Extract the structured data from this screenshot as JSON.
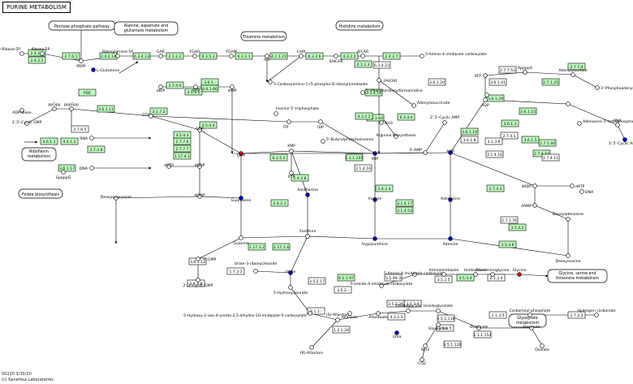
{
  "title": "PURINE METABOLISM",
  "footer": [
    "00230 3/30/20",
    "(c) Kanehisa Laboratories"
  ],
  "colors": {
    "enzyme_fill": "#bfffbf",
    "blank_fill": "#ffffff",
    "line": "#000000",
    "dot_red": "#e00000",
    "dot_blue": "#0000c0"
  },
  "pathways": [
    {
      "id": "ppp",
      "text": [
        "Pentose phosphate pathway"
      ]
    },
    {
      "id": "ala",
      "text": [
        "Alanine, aspartate and",
        "glutamate metabolism"
      ]
    },
    {
      "id": "thi",
      "text": [
        "Thiamine metabolism"
      ]
    },
    {
      "id": "his",
      "text": [
        "Histidine metabolism"
      ]
    },
    {
      "id": "ribo",
      "text": [
        "Riboflavin",
        "metabolism"
      ]
    },
    {
      "id": "fol",
      "text": [
        "Folate biosynthesis"
      ]
    },
    {
      "id": "gly",
      "text": [
        "Glycine, serine and",
        "threonine metabolism"
      ]
    },
    {
      "id": "gox",
      "text": [
        "Glyoxylate",
        "metabolism"
      ]
    }
  ],
  "compounds": [
    {
      "id": "c1",
      "label": "D-Ribose-5P"
    },
    {
      "id": "c2",
      "label": "Ribose-5P"
    },
    {
      "id": "c3",
      "label": "PRPP"
    },
    {
      "id": "c4",
      "label": "ADPribose"
    },
    {
      "id": "c5",
      "label": "L-Glutamine"
    },
    {
      "id": "c6",
      "label": "Ribosylamine-5P"
    },
    {
      "id": "c7",
      "label": "GAR"
    },
    {
      "id": "c8",
      "label": "FGAR"
    },
    {
      "id": "c9",
      "label": "FGAM"
    },
    {
      "id": "c10",
      "label": "AIR"
    },
    {
      "id": "c11",
      "label": "CAIR"
    },
    {
      "id": "c12",
      "label": "SAICAR"
    },
    {
      "id": "c13",
      "label": "AICAR"
    },
    {
      "id": "c14",
      "label": "FAICAR"
    },
    {
      "id": "c15",
      "label": "5-Amino-4-imidazole carboxylate"
    },
    {
      "id": "c16",
      "label": "5-Carboxyamino-1-(5-phospho-D-ribosyl)imidazole"
    },
    {
      "id": "c17",
      "label": "dIDP"
    },
    {
      "id": "c18",
      "label": "dITP"
    },
    {
      "id": "c19",
      "label": "dIMP"
    },
    {
      "id": "c20",
      "label": "ITP"
    },
    {
      "id": "c21",
      "label": "IDP"
    },
    {
      "id": "c22",
      "label": "Inosine 5'-triphosphate"
    },
    {
      "id": "c23",
      "label": "5'-Phosphoribosylformamidine"
    },
    {
      "id": "c24",
      "label": "ppGpp"
    },
    {
      "id": "c25",
      "label": "pppGpp"
    },
    {
      "id": "c26",
      "label": "3',5'-Cyclic GMP"
    },
    {
      "id": "c27",
      "label": "GTP"
    },
    {
      "id": "c28",
      "label": "GDP"
    },
    {
      "id": "c29",
      "label": "GMP"
    },
    {
      "id": "c30",
      "label": "RNA"
    },
    {
      "id": "c31",
      "label": "dGTP"
    },
    {
      "id": "c32",
      "label": "dGDP"
    },
    {
      "id": "c33",
      "label": "dGMP"
    },
    {
      "id": "c34",
      "label": "DNA"
    },
    {
      "id": "c35",
      "label": "GppppG"
    },
    {
      "id": "c36",
      "label": "Deoxyguanosine"
    },
    {
      "id": "c37",
      "label": "Guanosine"
    },
    {
      "id": "c38",
      "label": "Guanine"
    },
    {
      "id": "c39",
      "label": "XMP"
    },
    {
      "id": "c40",
      "label": "XTP"
    },
    {
      "id": "c41",
      "label": "Xanthosine"
    },
    {
      "id": "c42",
      "label": "Xanthine"
    },
    {
      "id": "c43",
      "label": "IMP"
    },
    {
      "id": "c44",
      "label": "Inosine"
    },
    {
      "id": "c45",
      "label": "Hypoxanthine"
    },
    {
      "id": "c46",
      "label": "Arginine biosynthesis"
    },
    {
      "id": "c47",
      "label": "Adenylosuccinate"
    },
    {
      "id": "c48",
      "label": "AMP"
    },
    {
      "id": "c49",
      "label": "Adenosine"
    },
    {
      "id": "c50",
      "label": "Adenine"
    },
    {
      "id": "c51",
      "label": "ADP"
    },
    {
      "id": "c52",
      "label": "ATP"
    },
    {
      "id": "c53",
      "label": "3'-AMP"
    },
    {
      "id": "c54",
      "label": "2',3'-Cyclic AMP"
    },
    {
      "id": "c55",
      "label": "dADP"
    },
    {
      "id": "c56",
      "label": "dATP"
    },
    {
      "id": "c57",
      "label": "dAMP"
    },
    {
      "id": "c58",
      "label": "Deoxyadenosine"
    },
    {
      "id": "c59",
      "label": "Deoxyinosine"
    },
    {
      "id": "c60",
      "label": "3',5'-Cyclic AMP"
    },
    {
      "id": "c61",
      "label": "Adenosine 5'-tetraphosphate"
    },
    {
      "id": "c62",
      "label": "AppppA"
    },
    {
      "id": "c63",
      "label": "Adenylylsulfate"
    },
    {
      "id": "c64",
      "label": "3'-Phosphoadenylyl-sulfate"
    },
    {
      "id": "c65",
      "label": "Urate"
    },
    {
      "id": "c66",
      "label": "5-Hydroxyisourate"
    },
    {
      "id": "c67",
      "label": "Urate-3-ribonucleoside"
    },
    {
      "id": "c68",
      "label": "Allantoin"
    },
    {
      "id": "c69",
      "label": "Allantoate"
    },
    {
      "id": "c70",
      "label": "Urea"
    },
    {
      "id": "c71",
      "label": "Glyoxylate"
    },
    {
      "id": "c72",
      "label": "Glycine"
    },
    {
      "id": "c73",
      "label": "Oxalate"
    },
    {
      "id": "c74",
      "label": "Oxamate"
    },
    {
      "id": "c75",
      "label": "CO2"
    },
    {
      "id": "c76",
      "label": "NH3"
    },
    {
      "id": "c77",
      "label": "Formiminoglycine"
    },
    {
      "id": "c78",
      "label": "Ureidoglycine"
    },
    {
      "id": "c79",
      "label": "Ureidoglycolate"
    },
    {
      "id": "c80",
      "label": "Oxalurate"
    },
    {
      "id": "c81",
      "label": "Carbamoyl phosphate"
    },
    {
      "id": "c82",
      "label": "Hydrogen carbonate"
    },
    {
      "id": "c83",
      "label": "(S)-Allantoin"
    },
    {
      "id": "c84",
      "label": "(R)-Allantoin"
    },
    {
      "id": "c85",
      "label": "5-Hydroxy-2-oxo-4-ureido-2,5-dihydro-1H-imidazole-5-carboxylate"
    },
    {
      "id": "c86",
      "label": "5-Ureido-4-imidazole carboxylate"
    },
    {
      "id": "c87",
      "label": "5-Amino-4-imidazole carboxylate"
    },
    {
      "id": "c88",
      "label": "Aminoimidazole"
    },
    {
      "id": "c89",
      "label": "Imidazolone"
    },
    {
      "id": "c90",
      "label": "Xanthine"
    },
    {
      "id": "c91",
      "label": "3'-GMP"
    },
    {
      "id": "c92",
      "label": "2',3'-Cyclic GMP"
    },
    {
      "id": "c93",
      "label": "5'-Butyrylphosphoinosine"
    },
    {
      "id": "c94",
      "label": "NH3"
    },
    {
      "id": "c95",
      "label": "ADP"
    },
    {
      "id": "c96",
      "label": "ATP"
    },
    {
      "id": "c97",
      "label": "RNA"
    },
    {
      "id": "c98",
      "label": "DNA"
    },
    {
      "id": "c99",
      "label": "AppppA"
    }
  ],
  "enzymes": [
    {
      "id": "e1",
      "label": "2.4.2.7",
      "green": true
    },
    {
      "id": "e2",
      "label": "2.4.2.2",
      "green": true
    },
    {
      "id": "e3",
      "label": "2.7.6.1",
      "green": true
    },
    {
      "id": "e4",
      "label": "2.4.2.14",
      "green": true
    },
    {
      "id": "e5",
      "label": "6.3.4.13",
      "green": true
    },
    {
      "id": "e6",
      "label": "2.1.2.2",
      "green": true
    },
    {
      "id": "e7",
      "label": "6.3.5.3",
      "green": true
    },
    {
      "id": "e8",
      "label": "6.3.3.1",
      "green": true
    },
    {
      "id": "e9",
      "label": "4.1.1.21",
      "green": true
    },
    {
      "id": "e10",
      "label": "6.3.2.6",
      "green": true
    },
    {
      "id": "e11",
      "label": "4.3.2.2",
      "green": true
    },
    {
      "id": "e12",
      "label": "2.1.2.3",
      "green": true
    },
    {
      "id": "e13",
      "label": "3.5.4.10",
      "green": true
    },
    {
      "id": "e14",
      "label": "2.4.2.7",
      "green": true
    },
    {
      "id": "e15",
      "label": "6.3.4.23",
      "green": false
    },
    {
      "id": "e16",
      "label": "3.6.1.20",
      "green": false
    },
    {
      "id": "e17",
      "label": "2.7.4.6",
      "green": true
    },
    {
      "id": "e18",
      "label": "3.6.1.-",
      "green": true
    },
    {
      "id": "e19",
      "label": "3.6.1.66",
      "green": true
    },
    {
      "id": "e20",
      "label": "3.1.3.5",
      "green": true
    },
    {
      "id": "e21",
      "label": "3.6.1.64",
      "green": true
    },
    {
      "id": "e22",
      "label": "PDE",
      "green": true
    },
    {
      "id": "e23",
      "label": "3.6.1.11",
      "green": true
    },
    {
      "id": "e24",
      "label": "3.1.7.2",
      "green": true
    },
    {
      "id": "e25",
      "label": "2.7.6.5",
      "green": false
    },
    {
      "id": "e26",
      "label": "4.6.1.1",
      "green": true
    },
    {
      "id": "e27",
      "label": "4.6.1.2",
      "green": true
    },
    {
      "id": "e28",
      "label": "3.6.1.17",
      "green": true
    },
    {
      "id": "e29",
      "label": "2.7.7.6",
      "green": true
    },
    {
      "id": "e30",
      "label": "2.7.7.7",
      "green": true
    },
    {
      "id": "e31",
      "label": "1.17.4.1",
      "green": true
    },
    {
      "id": "e32",
      "label": "2.7.4.8",
      "green": true
    },
    {
      "id": "e33",
      "label": "3.5.4.3",
      "green": true
    },
    {
      "id": "e34",
      "label": "3.5.4.4",
      "green": true
    },
    {
      "id": "e35",
      "label": "6.3.5.2",
      "green": true
    },
    {
      "id": "e36",
      "label": "1.1.1.205",
      "green": true
    },
    {
      "id": "e37",
      "label": "2.4.2.8",
      "green": true
    },
    {
      "id": "e38",
      "label": "2.4.2.1",
      "green": true
    },
    {
      "id": "e39",
      "label": "1.17.1.4",
      "green": true
    },
    {
      "id": "e40",
      "label": "1.17.3.2",
      "green": true
    },
    {
      "id": "e41",
      "label": "1.7.3.3",
      "green": false
    },
    {
      "id": "e42",
      "label": "3.5.2.17",
      "green": false
    },
    {
      "id": "e43",
      "label": "4.1.1.97",
      "green": true
    },
    {
      "id": "e44",
      "label": "5.1.99.3",
      "green": false
    },
    {
      "id": "e45",
      "label": "3.5.2.5",
      "green": false
    },
    {
      "id": "e46",
      "label": "3.5.3.4",
      "green": true
    },
    {
      "id": "e47",
      "label": "3.5.3.9",
      "green": false
    },
    {
      "id": "e48",
      "label": "3.5.1.116",
      "green": false
    },
    {
      "id": "e49",
      "label": "4.3.2.3",
      "green": false
    },
    {
      "id": "e50",
      "label": "3.5.1.5",
      "green": false
    },
    {
      "id": "e51",
      "label": "2.1.2.4",
      "green": false
    },
    {
      "id": "e52",
      "label": "3.5.4.6",
      "green": true
    },
    {
      "id": "e53",
      "label": "2.7.1.76",
      "green": false
    },
    {
      "id": "e54",
      "label": "3.5.4.2",
      "green": true
    },
    {
      "id": "e55",
      "label": "2.4.2.4",
      "green": true
    },
    {
      "id": "e56",
      "label": "2.7.4.3",
      "green": true
    },
    {
      "id": "e57",
      "label": "3.1.4.16",
      "green": false
    },
    {
      "id": "e58",
      "label": "2.7.7.53",
      "green": false
    },
    {
      "id": "e59",
      "label": "2.7.7.4",
      "green": true
    },
    {
      "id": "e60",
      "label": "2.7.1.25",
      "green": true
    },
    {
      "id": "e61",
      "label": "3.6.1.29",
      "green": true
    },
    {
      "id": "e62",
      "label": "3.6.1.41",
      "green": false
    },
    {
      "id": "e63",
      "label": "3.6.1.5",
      "green": true
    },
    {
      "id": "e64",
      "label": "2.7.4.10",
      "green": true
    },
    {
      "id": "e65",
      "label": "2.7.1.40",
      "green": true
    },
    {
      "id": "e66",
      "label": "2.7.4.11",
      "green": false
    },
    {
      "id": "e67",
      "label": "4.3.2.2",
      "green": true
    },
    {
      "id": "e68",
      "label": "6.3.4.4",
      "green": true
    },
    {
      "id": "e69",
      "label": "3.6.1.15",
      "green": true
    },
    {
      "id": "e70",
      "label": "3.6.1.3",
      "green": true
    },
    {
      "id": "e71",
      "label": "2.7.4.1",
      "green": false
    },
    {
      "id": "e72",
      "label": "3.1.3.6",
      "green": false
    },
    {
      "id": "e73",
      "label": "3.1.4.16",
      "green": false
    },
    {
      "id": "e74",
      "label": "3.1.4.17",
      "green": true
    },
    {
      "id": "e75",
      "label": "3.1.4.53",
      "green": true
    },
    {
      "id": "e76",
      "label": "3.6.1.19",
      "green": true
    },
    {
      "id": "e77",
      "label": "3.6.1.8",
      "green": false
    },
    {
      "id": "e78",
      "label": "3.5.3.26",
      "green": false
    },
    {
      "id": "e79",
      "label": "1.1.1.154",
      "green": false
    },
    {
      "id": "e80",
      "label": "2.1.3.5",
      "green": false
    },
    {
      "id": "e81",
      "label": "2.7.2.2",
      "green": false
    },
    {
      "id": "e82",
      "label": "3.5.1.126",
      "green": false
    },
    {
      "id": "e83",
      "label": "1.2.1.34",
      "green": false
    },
    {
      "id": "e84",
      "label": "3.5.2.-",
      "green": false
    },
    {
      "id": "e85",
      "label": "4.1.1.-",
      "green": false
    },
    {
      "id": "e86",
      "label": "3.5.4.8",
      "green": false
    },
    {
      "id": "e87",
      "label": "3.6.1.12",
      "green": false
    }
  ]
}
